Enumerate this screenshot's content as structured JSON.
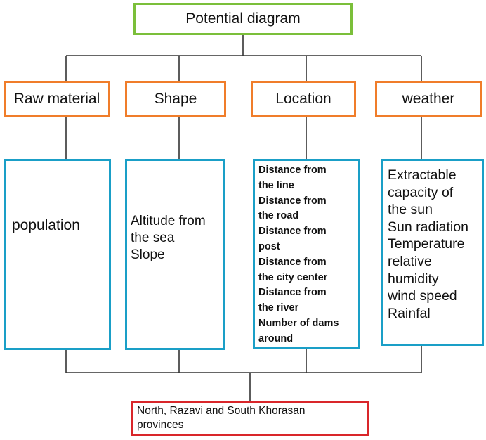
{
  "root": {
    "label": "Potential diagram"
  },
  "categories": [
    {
      "label": "Raw material"
    },
    {
      "label": "Shape"
    },
    {
      "label": "Location"
    },
    {
      "label": "weather"
    }
  ],
  "details": [
    {
      "lines": [
        "population"
      ]
    },
    {
      "lines": [
        "Altitude from",
        "the sea",
        "Slope"
      ]
    },
    {
      "lines": [
        "Distance from",
        "the line",
        "Distance from",
        "the road",
        "Distance from",
        "post",
        "Distance from",
        "the city center",
        "Distance from",
        "the river",
        "Number of dams",
        "around"
      ]
    },
    {
      "lines": [
        "Extractable",
        "capacity of",
        "the sun",
        "Sun radiation",
        "Temperature",
        "relative",
        "humidity",
        "wind speed",
        "Rainfal"
      ]
    }
  ],
  "result": {
    "lines": [
      "North, Razavi and South Khorasan",
      "provinces"
    ]
  },
  "colors": {
    "root_border": "#7bbf3a",
    "category_border": "#f07d2a",
    "detail_border": "#1a9fc7",
    "result_border": "#d9262a",
    "connector": "#333333"
  }
}
